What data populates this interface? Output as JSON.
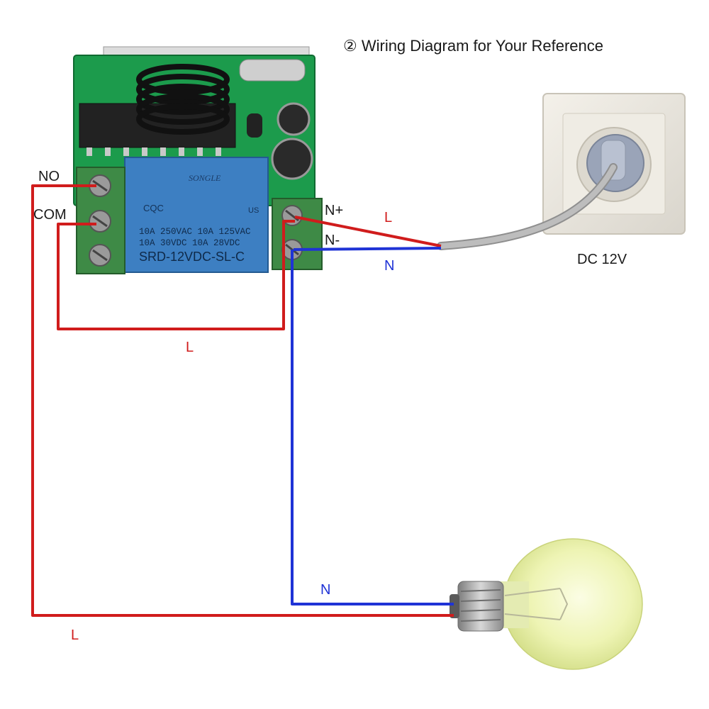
{
  "title": "② Wiring Diagram for Your Reference",
  "relay_board": {
    "brand": "SONGLE",
    "rating_line1": "10A 250VAC  10A 125VAC",
    "rating_line2": "10A  30VDC  10A  28VDC",
    "model": "SRD-12VDC-SL-C",
    "cert_text": "CQC",
    "cert_us": "US"
  },
  "terminals": {
    "no": "NO",
    "com": "COM",
    "n_plus": "N+",
    "n_minus": "N-"
  },
  "wires": {
    "supply_live": "L",
    "supply_neutral": "N",
    "com_live": "L",
    "lamp_neutral": "N",
    "lamp_live": "L"
  },
  "socket": {
    "label": "DC 12V"
  },
  "colors": {
    "live": "#d01c1c",
    "neutral": "#1f33d6",
    "pcb": "#1c9b4c",
    "relay": "#3d7fc2",
    "terminal": "#3e8a46"
  }
}
